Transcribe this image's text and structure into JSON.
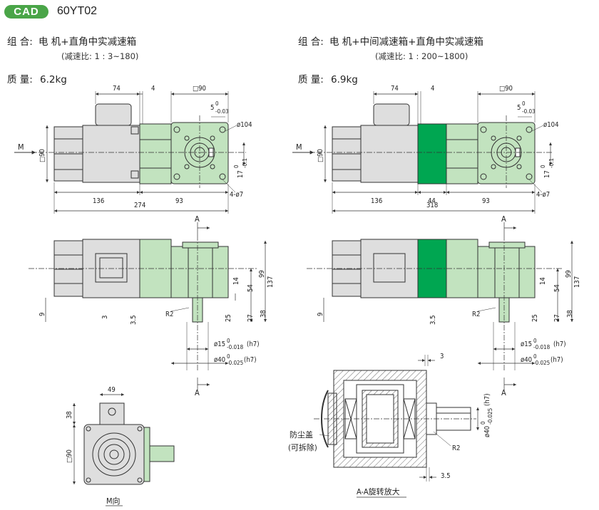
{
  "header": {
    "badge": "CAD",
    "model": "60YT02"
  },
  "left": {
    "combo_label": "组 合:",
    "combo_value": "电 机+直角中实减速箱",
    "ratio": "(减速比: 1 : 3~180)",
    "mass_label": "质 量:",
    "mass_value": "6.2kg",
    "dims": {
      "d74": "74",
      "d4": "4",
      "sq90_top": "□90",
      "d5": "5",
      "d5tol": "0",
      "d5tol2": "-0.03",
      "phi104": "ø104",
      "sq90_side": "□90",
      "d17": "17",
      "d17tol": "0",
      "d17tol2": "-0.1",
      "d136": "136",
      "d93": "93",
      "d4phi7": "4-ø7",
      "d274": "274",
      "d99": "99",
      "d137": "137",
      "d14": "14",
      "d54": "54",
      "d27": "27",
      "d38": "38",
      "d25": "25",
      "d9": "9",
      "d3": "3",
      "d35": "3.5",
      "r2": "R2",
      "phi15": "ø15",
      "phi15tol": "0",
      "phi15tol2": "-0.018",
      "phi15fit": "(h7)",
      "phi40": "ø40",
      "phi40tol": "0",
      "phi40tol2": "-0.025",
      "phi40fit": "(h7)",
      "arrow_m": "M",
      "sec_a": "A"
    },
    "mview": {
      "d49": "49",
      "d38": "38",
      "d90": "□90",
      "caption": "M向"
    }
  },
  "right": {
    "combo_label": "组 合:",
    "combo_value": "电 机+中间减速箱+直角中实减速箱",
    "ratio": "(减速比: 1 : 200~1800)",
    "mass_label": "质 量:",
    "mass_value": "6.9kg",
    "dims": {
      "d74": "74",
      "d4": "4",
      "sq90_top": "□90",
      "d5": "5",
      "d5tol": "0",
      "d5tol2": "-0.03",
      "phi104": "ø104",
      "sq90_side": "□90",
      "d17": "17",
      "d17tol": "0",
      "d17tol2": "-0.1",
      "d136": "136",
      "d44": "44",
      "d93": "93",
      "d4phi7": "4-ø7",
      "d318": "318",
      "d99": "99",
      "d137": "137",
      "d14": "14",
      "d54": "54",
      "d27": "27",
      "d38": "38",
      "d25": "25",
      "d9": "9",
      "d35": "3.5",
      "r2": "R2",
      "phi15": "ø15",
      "phi15tol": "0",
      "phi15tol2": "-0.018",
      "phi15fit": "(h7)",
      "phi40": "ø40",
      "phi40tol": "0",
      "phi40tol2": "-0.025",
      "phi40fit": "(h7)",
      "arrow_m": "M",
      "sec_a": "A"
    },
    "section": {
      "d3": "3",
      "d35": "3.5",
      "r2": "R2",
      "phi40": "ø40",
      "phi40tol": "0",
      "phi40tol2": "-0.025",
      "phi40fit": "(h7)",
      "dustcap": "防尘盖",
      "removable": "(可拆除)",
      "caption": "A-A旋转放大"
    }
  },
  "colors": {
    "accent": "#4aa548",
    "gear_light": "#c2e3bf",
    "gear_dark": "#00a651",
    "motor": "#dedede",
    "line": "#333333"
  }
}
